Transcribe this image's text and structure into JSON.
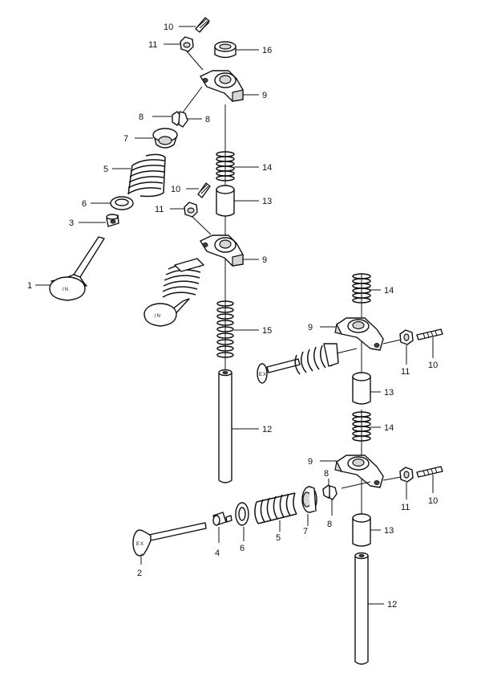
{
  "diagram": {
    "valve_marks": {
      "intake": "IN",
      "exhaust": "EX"
    },
    "callouts": {
      "c1": "1",
      "c2": "2",
      "c3": "3",
      "c4": "4",
      "c5a": "5",
      "c5b": "5",
      "c6a": "6",
      "c6b": "6",
      "c7a": "7",
      "c7b": "7",
      "c8a": "8",
      "c8b": "8",
      "c8c": "8",
      "c8d": "8",
      "c9a": "9",
      "c9b": "9",
      "c9c": "9",
      "c9d": "9",
      "c10a": "10",
      "c10b": "10",
      "c10c": "10",
      "c10d": "10",
      "c11a": "11",
      "c11b": "11",
      "c11c": "11",
      "c11d": "11",
      "c12a": "12",
      "c12b": "12",
      "c13a": "13",
      "c13b": "13",
      "c13c": "13",
      "c14a": "14",
      "c14b": "14",
      "c14c": "14",
      "c15": "15",
      "c16": "16"
    }
  }
}
